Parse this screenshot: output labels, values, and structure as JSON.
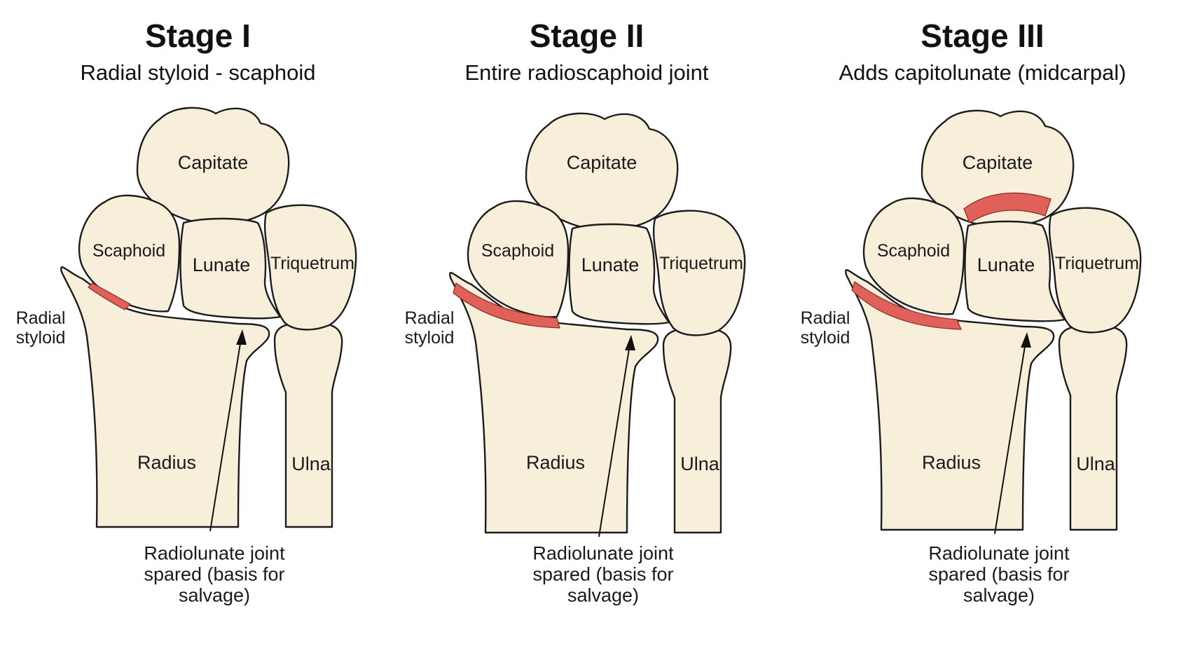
{
  "colors": {
    "bone_fill": "#f7efd9",
    "bone_outline": "#1c1c1c",
    "affected_cartilage": "#e0605a"
  },
  "panels": [
    {
      "title": "Stage I",
      "subtitle": "Radial styloid - scaphoid",
      "labels": {
        "capitate": "Capitate",
        "scaphoid": "Scaphoid",
        "lunate": "Lunate",
        "triquetrum": "Triquetrum",
        "radial_styloid": "Radial\nstyloid",
        "radius": "Radius",
        "ulna": "Ulna",
        "spared": "Radiolunate joint\nspared (basis for salvage)"
      }
    },
    {
      "title": "Stage II",
      "subtitle": "Entire radioscaphoid joint",
      "labels": {
        "capitate": "Capitate",
        "scaphoid": "Scaphoid",
        "lunate": "Lunate",
        "triquetrum": "Triquetrum",
        "radial_styloid": "Radial\nstyloid",
        "radius": "Radius",
        "ulna": "Ulna",
        "spared": "Radiolunate joint\nspared (basis for salvage)"
      }
    },
    {
      "title": "Stage III",
      "subtitle": "Adds capitolunate (midcarpal)",
      "labels": {
        "capitate": "Capitate",
        "scaphoid": "Scaphoid",
        "lunate": "Lunate",
        "triquetrum": "Triquetrum",
        "radial_styloid": "Radial\nstyloid",
        "radius": "Radius",
        "ulna": "Ulna",
        "spared": "Radiolunate joint\nspared (basis for salvage)"
      }
    }
  ]
}
